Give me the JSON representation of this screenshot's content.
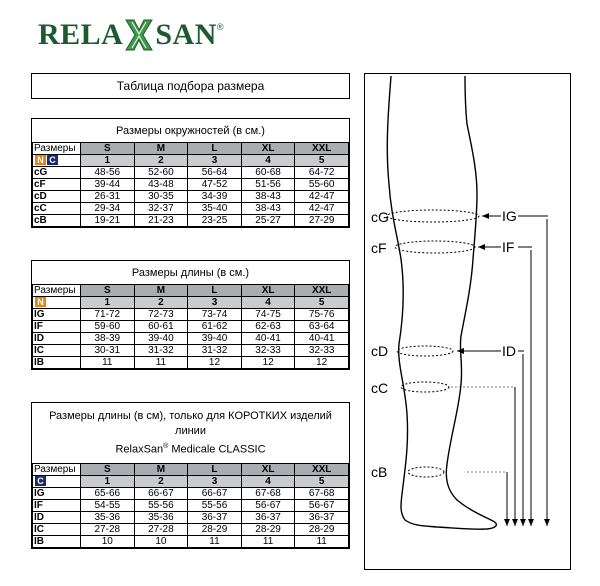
{
  "logo": {
    "part1": "RELA",
    "part2": "SAN",
    "reg": "®"
  },
  "main_title": "Таблица подбора размера",
  "circ": {
    "caption": "Размеры окружностей (в см.)",
    "label": "Размеры",
    "badge_n": "N",
    "badge_c": "C",
    "sizes": [
      "S",
      "M",
      "L",
      "XL",
      "XXL"
    ],
    "nums": [
      "1",
      "2",
      "3",
      "4",
      "5"
    ],
    "rows": [
      {
        "label": "cG",
        "vals": [
          "48-56",
          "52-60",
          "56-64",
          "60-68",
          "64-72"
        ]
      },
      {
        "label": "cF",
        "vals": [
          "39-44",
          "43-48",
          "47-52",
          "51-56",
          "55-60"
        ]
      },
      {
        "label": "cD",
        "vals": [
          "26-31",
          "30-35",
          "34-39",
          "38-43",
          "42-47"
        ]
      },
      {
        "label": "cC",
        "vals": [
          "29-34",
          "32-37",
          "35-40",
          "38-43",
          "42-47"
        ]
      },
      {
        "label": "cB",
        "vals": [
          "19-21",
          "21-23",
          "23-25",
          "25-27",
          "27-29"
        ]
      }
    ]
  },
  "len": {
    "caption": "Размеры длины (в см.)",
    "label": "Размеры",
    "badge_n": "N",
    "sizes": [
      "S",
      "M",
      "L",
      "XL",
      "XXL"
    ],
    "nums": [
      "1",
      "2",
      "3",
      "4",
      "5"
    ],
    "rows": [
      {
        "label": "IG",
        "vals": [
          "71-72",
          "72-73",
          "73-74",
          "74-75",
          "75-76"
        ]
      },
      {
        "label": "IF",
        "vals": [
          "59-60",
          "60-61",
          "61-62",
          "62-63",
          "63-64"
        ]
      },
      {
        "label": "ID",
        "vals": [
          "38-39",
          "39-40",
          "39-40",
          "40-41",
          "40-41"
        ]
      },
      {
        "label": "IC",
        "vals": [
          "30-31",
          "31-32",
          "31-32",
          "32-33",
          "32-33"
        ]
      },
      {
        "label": "IB",
        "vals": [
          "11",
          "11",
          "12",
          "12",
          "12"
        ]
      }
    ]
  },
  "short": {
    "caption_line1": "Размеры длины (в см), только для КОРОТКИХ изделий линии",
    "caption_line2_a": "RelaxSan",
    "caption_line2_reg": "®",
    "caption_line2_b": " Medicale CLASSIC",
    "label": "Размеры",
    "badge_c": "C",
    "sizes": [
      "S",
      "M",
      "L",
      "XL",
      "XXL"
    ],
    "nums": [
      "1",
      "2",
      "3",
      "4",
      "5"
    ],
    "rows": [
      {
        "label": "IG",
        "vals": [
          "65-66",
          "66-67",
          "66-67",
          "67-68",
          "67-68"
        ]
      },
      {
        "label": "IF",
        "vals": [
          "54-55",
          "55-56",
          "55-56",
          "56-67",
          "56-67"
        ]
      },
      {
        "label": "ID",
        "vals": [
          "35-36",
          "35-36",
          "36-37",
          "36-37",
          "36-37"
        ]
      },
      {
        "label": "IC",
        "vals": [
          "27-28",
          "27-28",
          "28-29",
          "28-29",
          "28-29"
        ]
      },
      {
        "label": "IB",
        "vals": [
          "10",
          "10",
          "11",
          "11",
          "11"
        ]
      }
    ]
  },
  "diagram": {
    "left_labels": [
      "cG",
      "cF",
      "cD",
      "cC",
      "cB"
    ],
    "right_labels": [
      "IG",
      "IF",
      "ID"
    ]
  }
}
